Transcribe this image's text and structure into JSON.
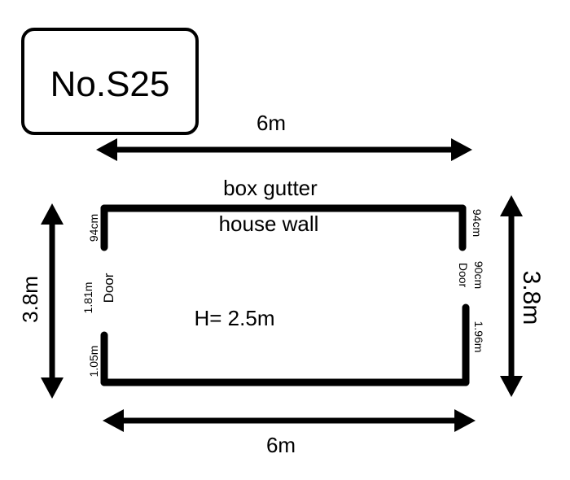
{
  "model_number": "No.S25",
  "dimensions": {
    "top_width": "6m",
    "bottom_width": "6m",
    "left_depth": "3.8m",
    "right_depth": "3.8m"
  },
  "back_side": {
    "line1": "box gutter",
    "line2": "house wall"
  },
  "height_label": "H= 2.5m",
  "left_side": {
    "top_panel": "94cm",
    "opening": "1.81m",
    "opening_label": "Door",
    "bottom_panel": "1.05m"
  },
  "right_side": {
    "top_panel": "94cm",
    "opening": "90cm",
    "opening_label": "Door",
    "bottom_panel": "1.96m"
  }
}
